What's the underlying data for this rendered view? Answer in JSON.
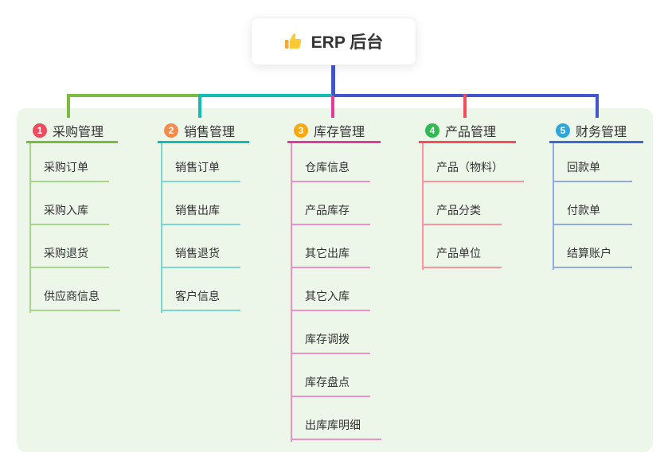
{
  "root": {
    "label": "ERP 后台",
    "icon": "thumbs-up-icon"
  },
  "colors": {
    "panel_background": "#ecf7e9",
    "root_edge": "#4355cb",
    "text": "#333333"
  },
  "branches": [
    {
      "index": "1",
      "label": "采购管理",
      "badge_color": "#ef4b5f",
      "line_color": "#7cbb40",
      "sub_line_color": "#a9d48b",
      "items": [
        "采购订单",
        "采购入库",
        "采购退货",
        "供应商信息"
      ]
    },
    {
      "index": "2",
      "label": "销售管理",
      "badge_color": "#f68b4d",
      "line_color": "#14bcb1",
      "sub_line_color": "#7ed7cf",
      "items": [
        "销售订单",
        "销售出库",
        "销售退货",
        "客户信息"
      ]
    },
    {
      "index": "3",
      "label": "库存管理",
      "badge_color": "#fba70f",
      "line_color": "#e43aa0",
      "sub_line_color": "#f18fc7",
      "items": [
        "仓库信息",
        "产品库存",
        "其它出库",
        "其它入库",
        "库存调拨",
        "库存盘点",
        "出库库明细"
      ]
    },
    {
      "index": "4",
      "label": "产品管理",
      "badge_color": "#31ba52",
      "line_color": "#f54c5c",
      "sub_line_color": "#f9939d",
      "items": [
        "产品（物料）",
        "产品分类",
        "产品单位"
      ]
    },
    {
      "index": "5",
      "label": "财务管理",
      "badge_color": "#2fa5de",
      "line_color": "#3c68d2",
      "sub_line_color": "#92a9e4",
      "items": [
        "回款单",
        "付款单",
        "结算账户"
      ]
    }
  ]
}
